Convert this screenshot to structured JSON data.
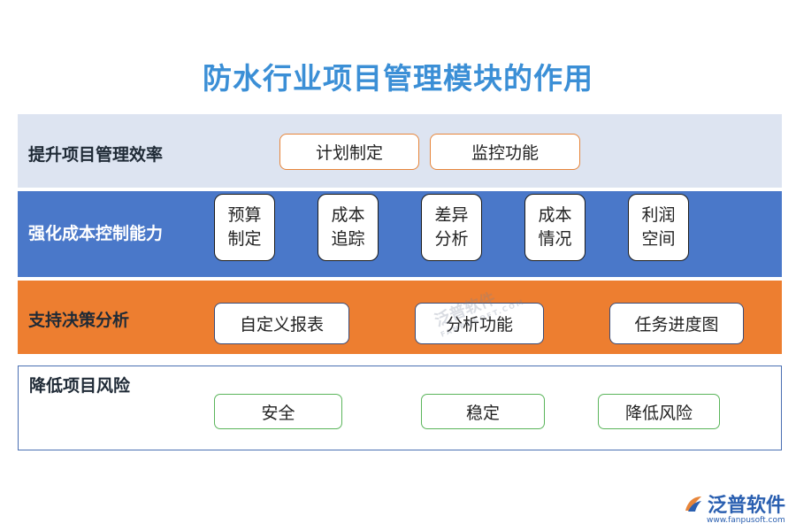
{
  "title": "防水行业项目管理模块的作用",
  "bands": [
    {
      "label": "提升项目管理效率",
      "items": [
        "计划制定",
        "监控功能"
      ]
    },
    {
      "label": "强化成本控制能力",
      "items": [
        "预算\n制定",
        "成本\n追踪",
        "差异\n分析",
        "成本\n情况",
        "利润\n空间"
      ]
    },
    {
      "label": "支持决策分析",
      "items": [
        "自定义报表",
        "分析功能",
        "任务进度图"
      ]
    },
    {
      "label": "降低项目风险",
      "items": [
        "安全",
        "稳定",
        "降低风险"
      ]
    }
  ],
  "watermark": {
    "text": "泛普软件",
    "subtext": "FANPUSOFT.COM"
  },
  "logo": {
    "name": "泛普软件",
    "url": "www.fanpusoft.com"
  },
  "colors": {
    "title": "#3b8fd6",
    "band1": "#dde4f1",
    "band2": "#4a78c9",
    "band3": "#ed7e30",
    "band4_border": "#4a6fb3"
  }
}
